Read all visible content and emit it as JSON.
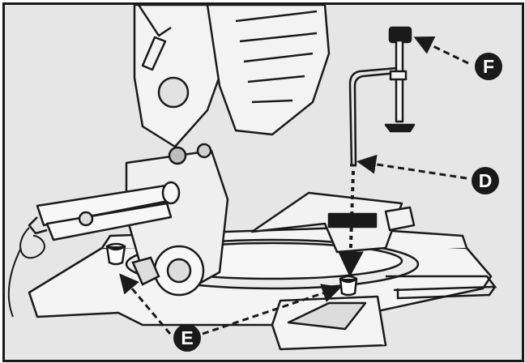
{
  "callouts": {
    "f": "F",
    "d": "D",
    "e": "E"
  },
  "colors": {
    "background": "#e6e6e6",
    "line": "#1a1a1a",
    "fill": "#f4f4f4",
    "callout": "#1a1a1a",
    "callout_text": "#ffffff"
  }
}
